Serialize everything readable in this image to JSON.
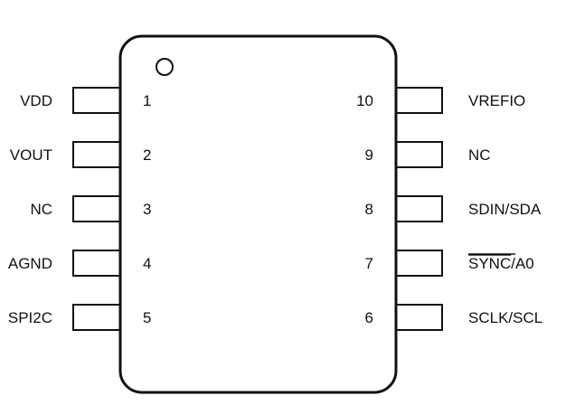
{
  "package": {
    "left_pins": [
      {
        "number": "1",
        "label": "VDD"
      },
      {
        "number": "2",
        "label": "VOUT"
      },
      {
        "number": "3",
        "label": "NC"
      },
      {
        "number": "4",
        "label": "AGND"
      },
      {
        "number": "5",
        "label": "SPI2C"
      }
    ],
    "right_pins": [
      {
        "number": "10",
        "label": "VREFIO"
      },
      {
        "number": "9",
        "label": "NC"
      },
      {
        "number": "8",
        "label": "SDIN/SDA"
      },
      {
        "number": "7",
        "label": "SYNC/A0",
        "overline": "SYNC",
        "suffix": "/A0"
      },
      {
        "number": "6",
        "label": "SCLK/SCL"
      }
    ]
  },
  "colors": {
    "stroke": "#111111",
    "background": "#ffffff"
  }
}
